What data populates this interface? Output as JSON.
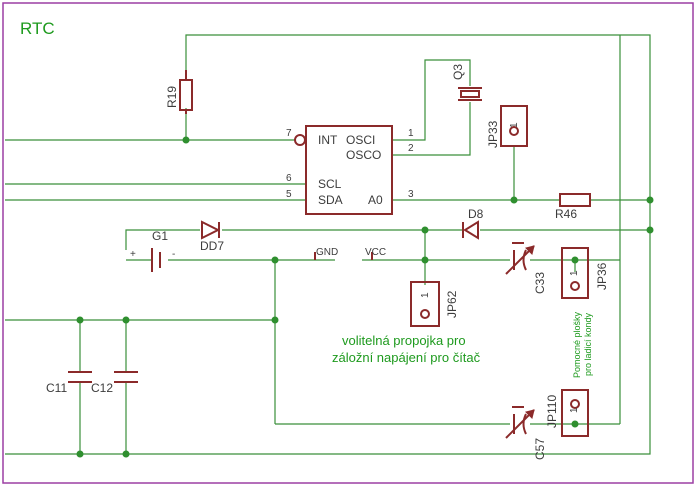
{
  "sheet_title": "RTC",
  "chip": {
    "pins_left": [
      "INT",
      "SCL",
      "SDA"
    ],
    "pins_right": [
      "OSCI",
      "OSCO",
      "A0"
    ],
    "pin_numbers": [
      "7",
      "6",
      "5",
      "1",
      "2",
      "3"
    ]
  },
  "parts": {
    "r19": "R19",
    "q3": "Q3",
    "jp33": "JP33",
    "r46": "R46",
    "d8": "D8",
    "dd7": "DD7",
    "g1": "G1",
    "gnd": "GND",
    "vcc": "VCC",
    "c33": "C33",
    "jp36": "JP36",
    "jp62": "JP62",
    "c11": "C11",
    "c12": "C12",
    "c57": "C57",
    "jp110": "JP110"
  },
  "pin_one": "1",
  "polarity": {
    "plus": "+",
    "minus": "-"
  },
  "notes": {
    "backup_line1": "volitelná propojka pro",
    "backup_line2": "záložní napájení pro čítač",
    "pads_line1": "Pomocné plošky",
    "pads_line2": "pro ladicí kondy"
  },
  "colors": {
    "wire": "#3a8f3a",
    "part": "#8b2a2a",
    "frame": "#9c3fa3",
    "title": "#1e9a1e"
  }
}
